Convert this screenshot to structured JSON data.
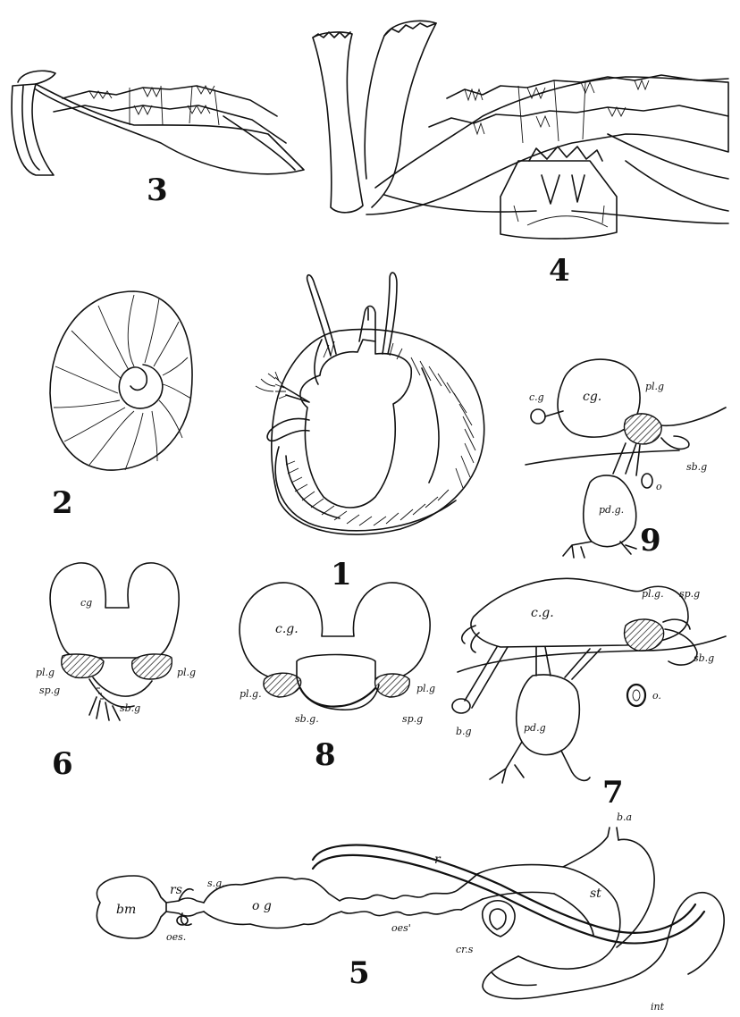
{
  "figures": {
    "fig1": {
      "number": "1"
    },
    "fig2": {
      "number": "2"
    },
    "fig3": {
      "number": "3"
    },
    "fig4": {
      "number": "4"
    },
    "fig5": {
      "number": "5",
      "labels": {
        "bm": "bm",
        "rs": "rs",
        "sg": "s.g.",
        "oes": "oes.",
        "og": "o g",
        "oes2": "oes'",
        "r": "r",
        "ba": "b.a",
        "st": "st",
        "crs": "cr.s",
        "int": "int"
      }
    },
    "fig6": {
      "number": "6",
      "labels": {
        "cg": "cg",
        "plg_l": "pl.g",
        "plg_r": "pl.g",
        "spg": "sp.g",
        "sbg": "sb.g"
      }
    },
    "fig7": {
      "number": "7",
      "labels": {
        "cg": "c.g.",
        "plg": "pl.g.",
        "spg": "sp.g",
        "bg": "b.g",
        "pdg": "pd.g",
        "o": "o.",
        "sbg": "sb.g"
      }
    },
    "fig8": {
      "number": "8",
      "labels": {
        "cg": "c.g.",
        "plg_l": "pl.g.",
        "plg_r": "pl.g",
        "sbg": "sb.g.",
        "spg": "sp.g"
      }
    },
    "fig9": {
      "number": "9",
      "labels": {
        "cg_small": "c.g",
        "cg": "cg.",
        "plg": "pl.g",
        "sbg": "sb.g",
        "pdg": "pd.g.",
        "o": "o"
      }
    }
  }
}
